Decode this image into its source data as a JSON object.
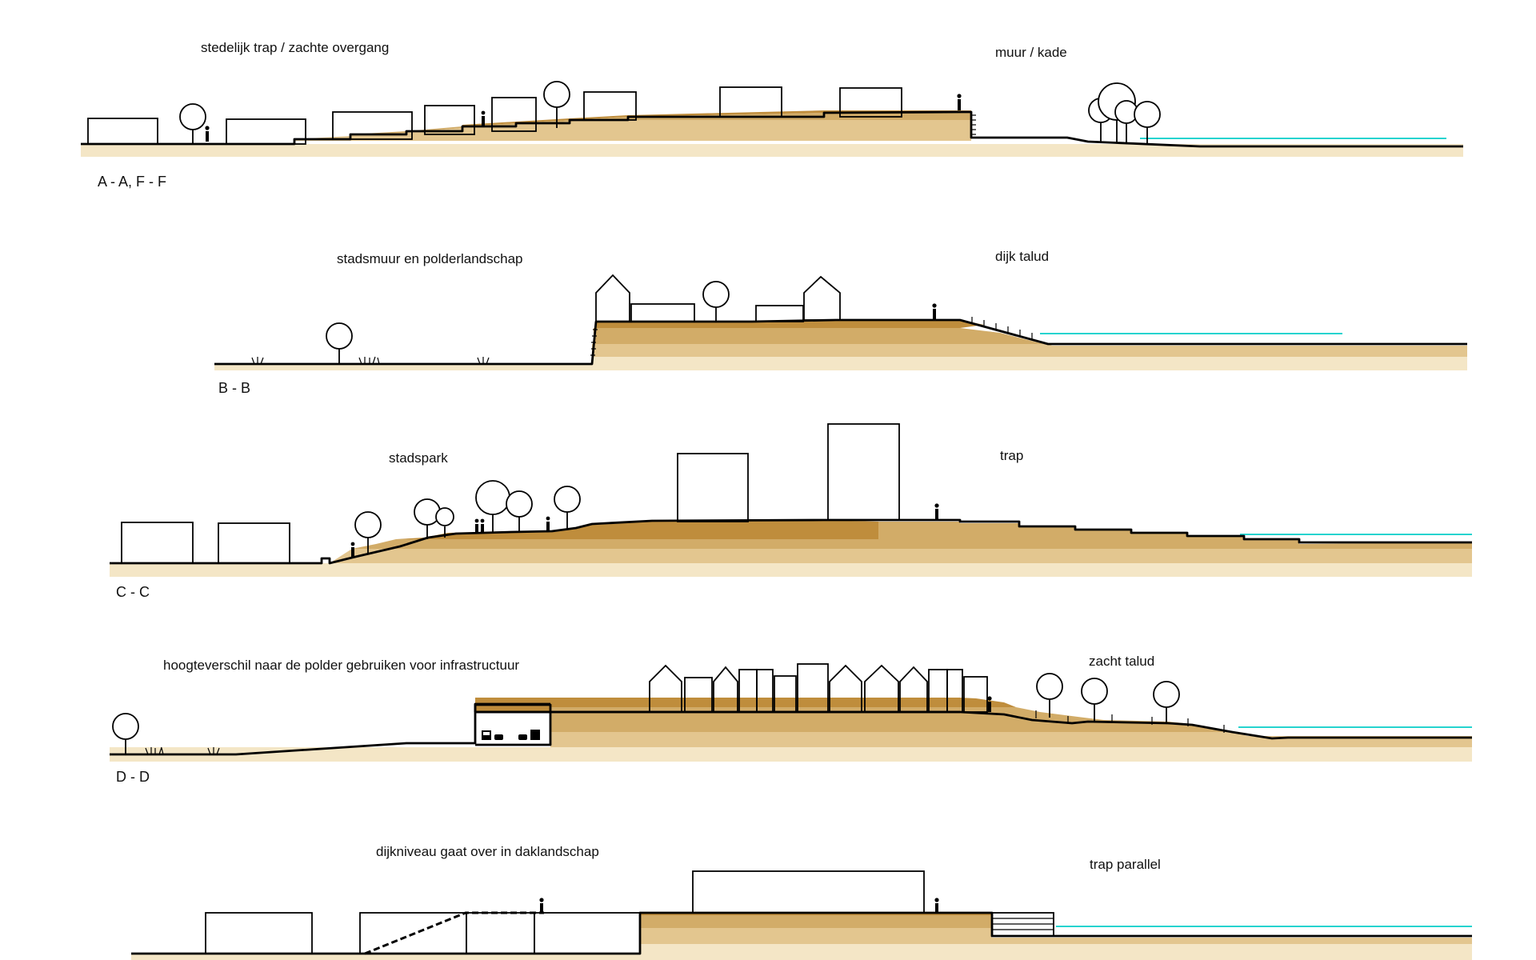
{
  "colors": {
    "water": "#26d3cf",
    "earth_dark": "#bf8d3c",
    "earth_mid": "#d2ac68",
    "earth_light": "#e3c68f",
    "base_sand": "#f4e6c6",
    "line": "#000000"
  },
  "sections": [
    {
      "id": "AA-FF",
      "section_label": "A - A, F - F",
      "left_label": "stedelijk trap / zachte overgang",
      "right_label": "muur / kade"
    },
    {
      "id": "BB",
      "section_label": "B - B",
      "left_label": "stadsmuur en polderlandschap",
      "right_label": "dijk talud"
    },
    {
      "id": "CC",
      "section_label": "C - C",
      "left_label": "stadspark",
      "right_label": "trap"
    },
    {
      "id": "DD",
      "section_label": "D - D",
      "left_label": "hoogteverschil naar de polder gebruiken voor infrastructuur",
      "right_label": "zacht talud"
    },
    {
      "id": "EE",
      "section_label": "",
      "left_label": "dijkniveau gaat over in daklandschap",
      "right_label": "trap parallel"
    }
  ],
  "icons": [
    "person-icon",
    "tree-icon",
    "grass-icon",
    "bus-icon",
    "car-icon",
    "truck-icon"
  ]
}
